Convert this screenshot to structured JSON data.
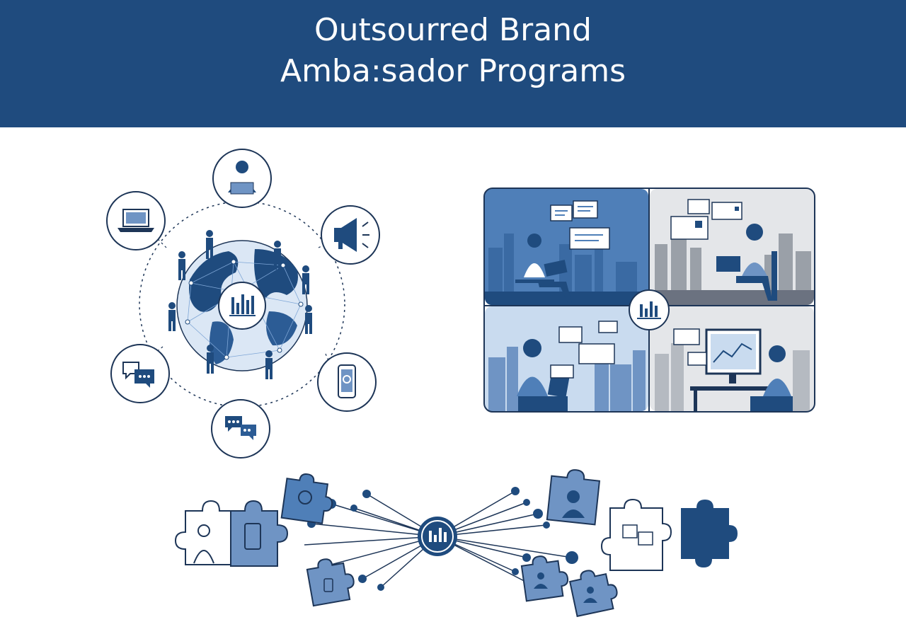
{
  "header": {
    "title_line1": "Outsourred Brand",
    "title_line2": "Amba:sador Programs"
  },
  "colors": {
    "header_bg": "#1f4b7e",
    "navy": "#1f4b7e",
    "mid_blue": "#4f7fb8",
    "light_blue": "#c9dbef",
    "gray_panel": "#c9ccd1",
    "outline": "#1d3557"
  },
  "illustrations": {
    "network_icons": [
      "person-laptop-icon",
      "megaphone-icon",
      "smartphone-icon",
      "chat-bubbles-icon",
      "chat-icon",
      "laptop-icon"
    ],
    "center_icon": "bar-chart-icon",
    "collab_panels": [
      "remote-worker-city-panel",
      "remote-worker-gray-city-panel",
      "remote-worker-skyline-panel",
      "remote-worker-monitor-panel"
    ],
    "puzzle_icons": [
      "person-puzzle-icon",
      "phone-puzzle-icon",
      "target-puzzle-icon",
      "avatar-puzzle-icon"
    ]
  }
}
